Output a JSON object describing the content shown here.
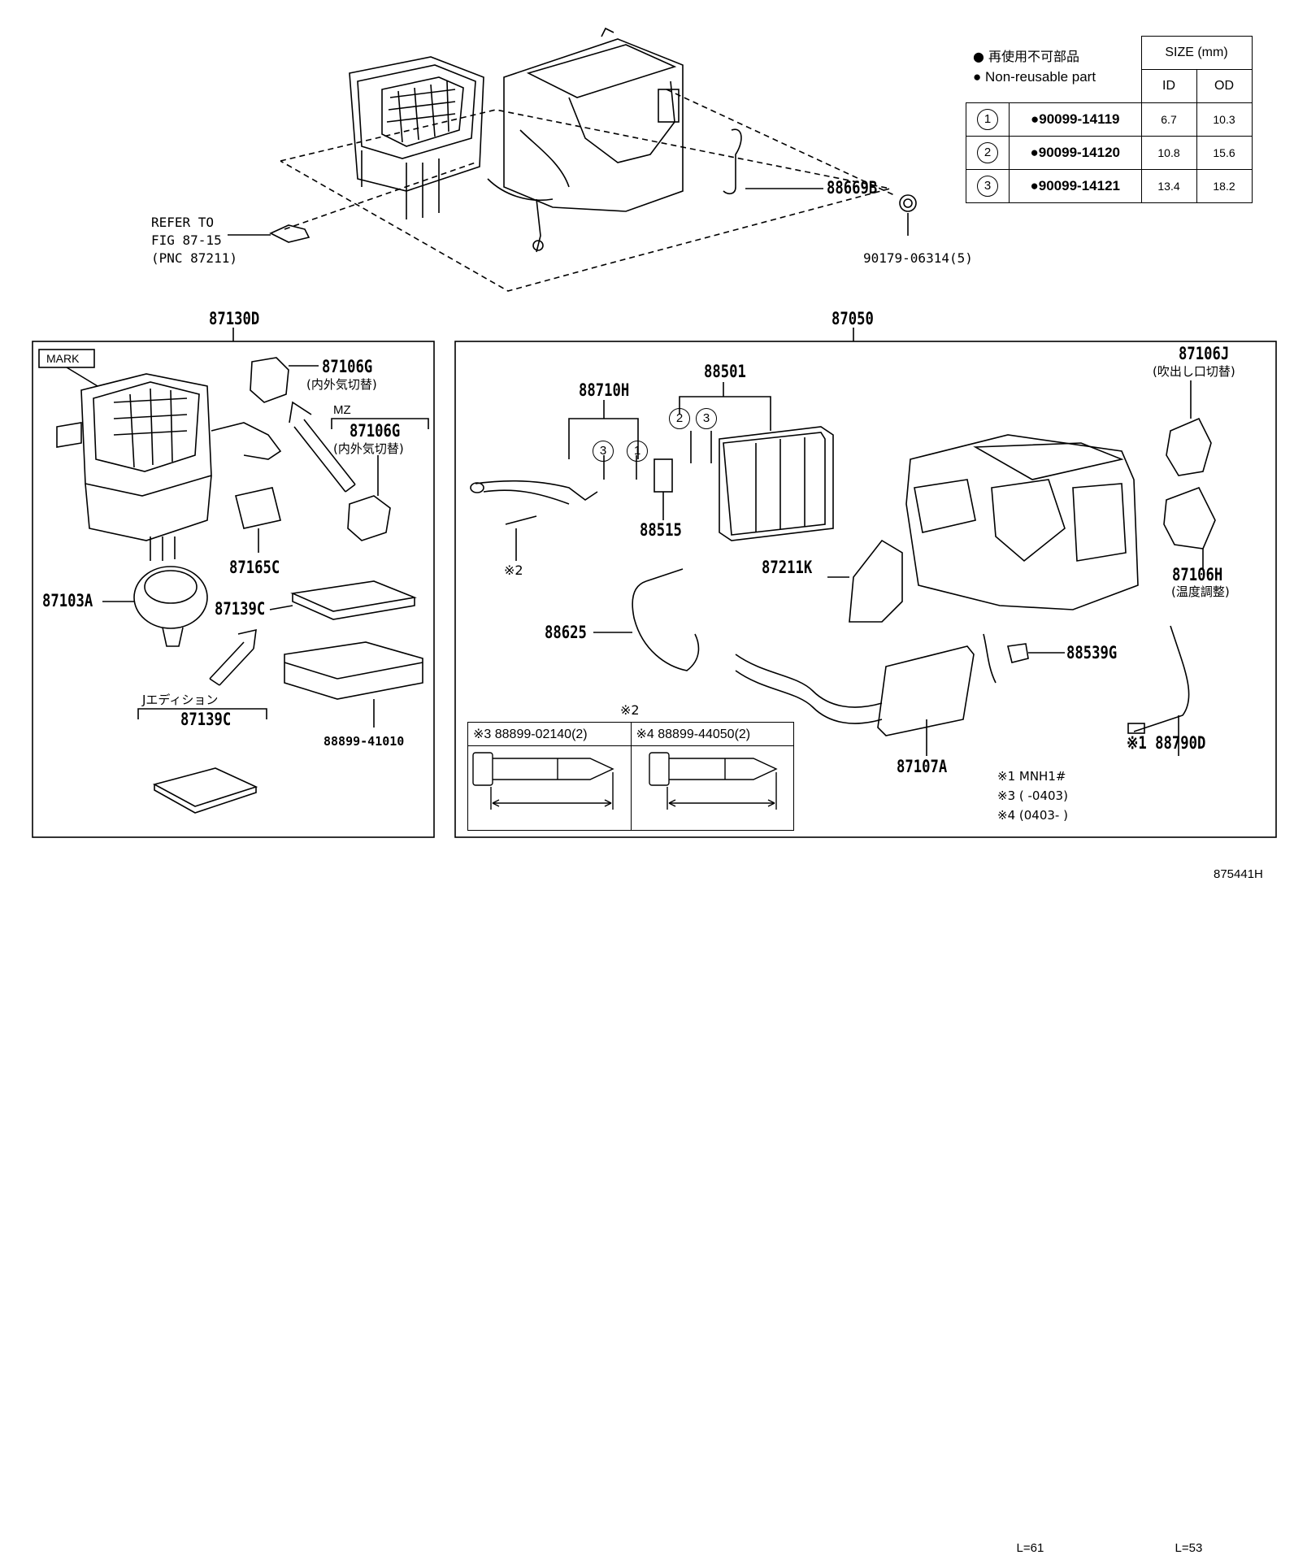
{
  "top": {
    "refer_to": [
      "REFER TO",
      "FIG 87-15",
      "(PNC 87211)"
    ],
    "part_88669B": "88669B",
    "part_90179": "90179-06314(5)"
  },
  "legend": {
    "jp": "● 再使用不可部品",
    "en": "● Non-reusable part"
  },
  "size_table": {
    "header": "SIZE (mm)",
    "id_label": "ID",
    "od_label": "OD",
    "rows": [
      {
        "num": "1",
        "part": "●90099-14119",
        "id": "6.7",
        "od": "10.3"
      },
      {
        "num": "2",
        "part": "●90099-14120",
        "id": "10.8",
        "od": "15.6"
      },
      {
        "num": "3",
        "part": "●90099-14121",
        "id": "13.4",
        "od": "18.2"
      }
    ]
  },
  "left_group": {
    "title": "87130D",
    "mark": "MARK",
    "p87106G_a": "87106G",
    "p87106G_a_jp": "(内外気切替)",
    "mz": "MZ",
    "p87106G_b": "87106G",
    "p87106G_b_jp": "(内外気切替)",
    "p87165C": "87165C",
    "p87103A": "87103A",
    "p87139C": "87139C",
    "j_edition": "Jエディション",
    "p87139C_b": "87139C",
    "p88899": "88899-41010"
  },
  "right_group": {
    "title": "87050",
    "p88710H": "88710H",
    "p88501": "88501",
    "p88515": "88515",
    "c3": "3",
    "c1": "1",
    "c2": "2",
    "c3b": "3",
    "note2": "※2",
    "p87106J": "87106J",
    "p87106J_jp": "(吹出し口切替)",
    "p87211K": "87211K",
    "p87106H": "87106H",
    "p87106H_jp": "(温度調整)",
    "p88625": "88625",
    "p88539G": "88539G",
    "p87107A": "87107A",
    "p88790D": "※1 88790D",
    "notes": [
      "※1 MNH1#",
      "※3 (      -0403)",
      "※4 (0403-      )"
    ]
  },
  "bolt_table": {
    "title": "※2",
    "left_header": "※3 88899-02140(2)",
    "right_header": "※4 88899-44050(2)",
    "left_len": "L=61",
    "right_len": "L=53"
  },
  "diagram_id": "875441H"
}
